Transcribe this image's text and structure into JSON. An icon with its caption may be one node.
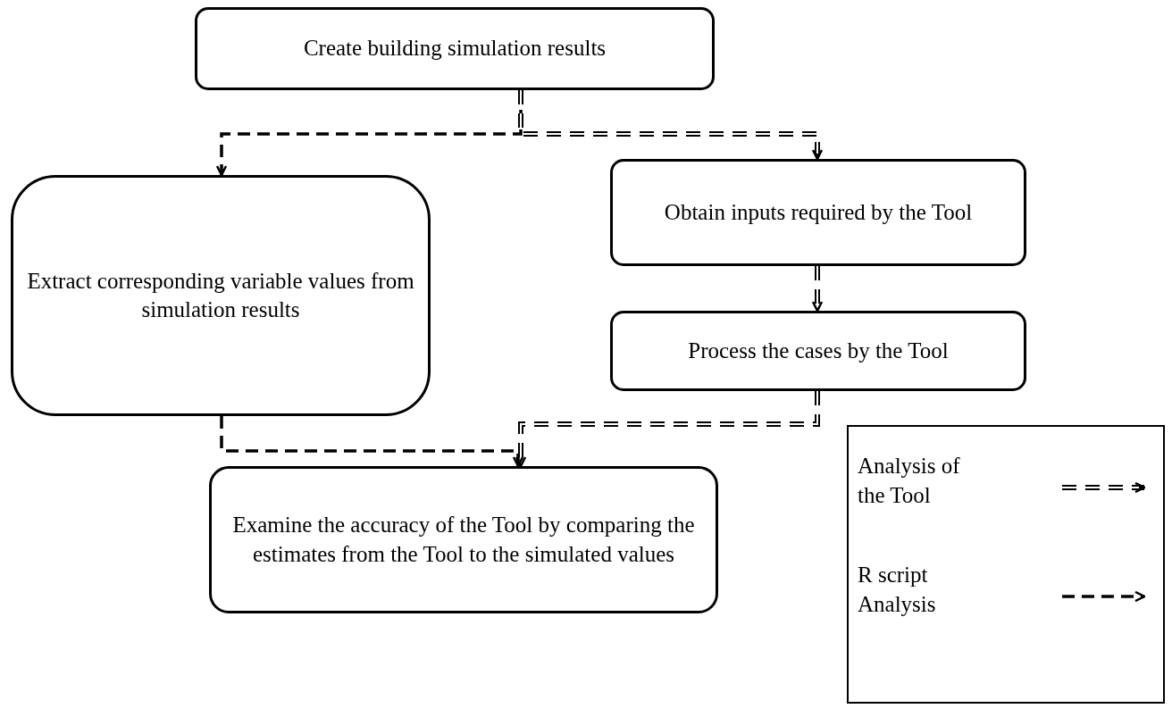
{
  "diagram": {
    "nodes": [
      {
        "text": [
          "Create building simulation results"
        ]
      },
      {
        "text": [
          "Extract corresponding variable values from simulation results"
        ]
      },
      {
        "text": [
          "Obtain inputs required by the Tool"
        ]
      },
      {
        "text": [
          "Process the cases by the Tool"
        ]
      },
      {
        "text": [
          "Examine the accuracy of the Tool by comparing the estimates from the Tool to the simulated values"
        ]
      }
    ],
    "edges": [
      {
        "from": 0,
        "to": 1,
        "arrow": "to",
        "style": "dashed"
      },
      {
        "from": 0,
        "to": 2,
        "arrow": "to"
      },
      {
        "from": 2,
        "to": 3,
        "arrow": "to"
      },
      {
        "from": 3,
        "to": 4,
        "arrow": "to"
      },
      {
        "from": 1,
        "to": 4,
        "arrow": "to",
        "style": "dashed"
      }
    ],
    "legend": [
      {
        "text": "Analysis of the Tool"
      },
      {
        "text": "R script Analysis"
      }
    ]
  }
}
